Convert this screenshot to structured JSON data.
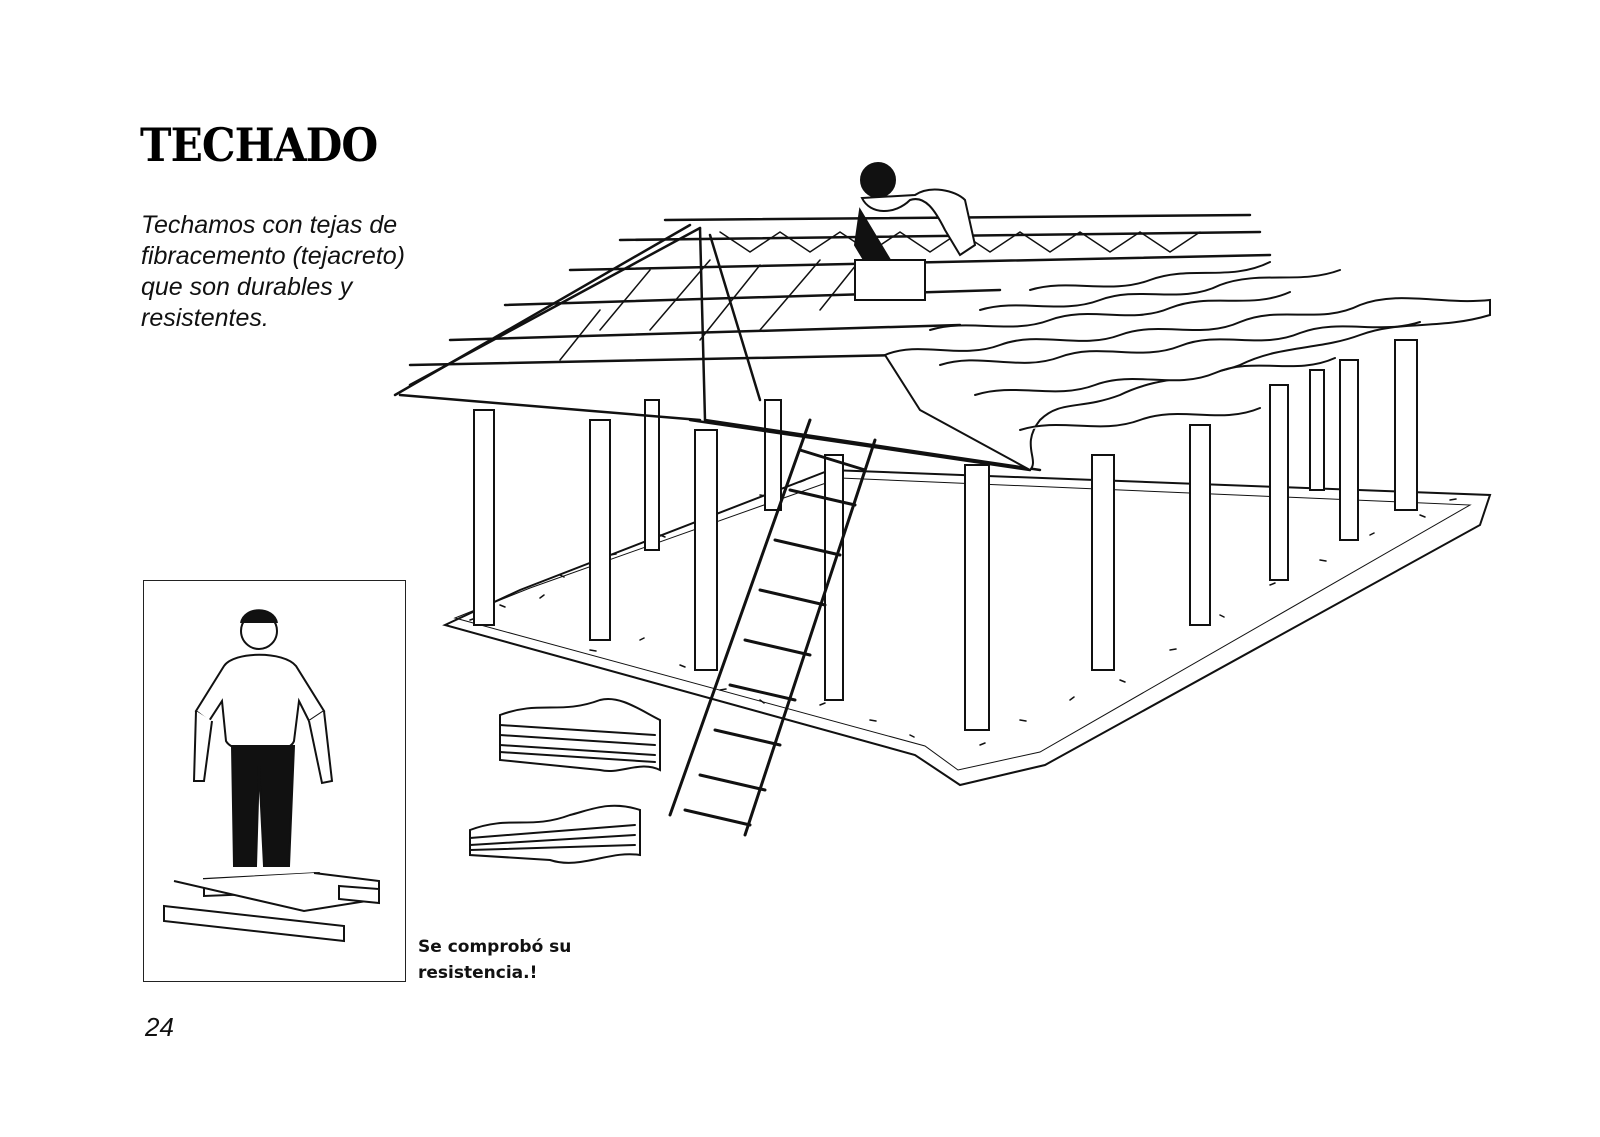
{
  "page": {
    "title": "TECHADO",
    "body_lines": [
      "Techamos con tejas de",
      "fibracemento (tejacreto)",
      "que son durables y",
      "resistentes."
    ],
    "caption_lines": [
      "Se comprobó su",
      "resistencia.!"
    ],
    "page_number": "24"
  },
  "illustrations": {
    "main": "house-frame-roofing-illustration",
    "inset": "man-standing-on-tile-illustration",
    "tiles": "stacked-roof-tiles",
    "ladder": "ladder-icon"
  }
}
